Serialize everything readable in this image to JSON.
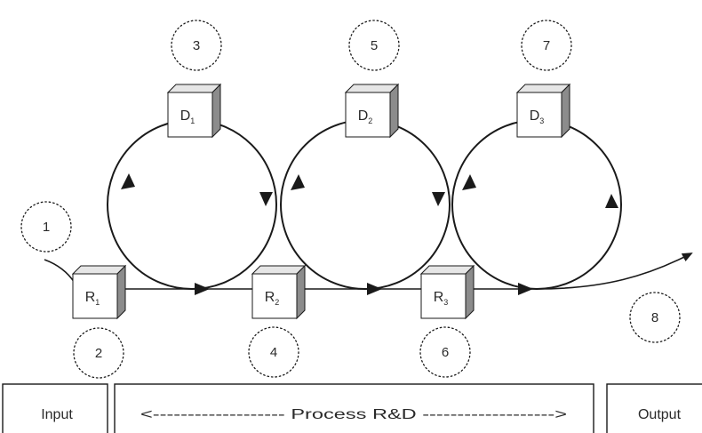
{
  "markers": [
    {
      "label": "1"
    },
    {
      "label": "2"
    },
    {
      "label": "3"
    },
    {
      "label": "4"
    },
    {
      "label": "5"
    },
    {
      "label": "6"
    },
    {
      "label": "7"
    },
    {
      "label": "8"
    }
  ],
  "boxes": [
    {
      "letter": "R",
      "sub": "1"
    },
    {
      "letter": "R",
      "sub": "2"
    },
    {
      "letter": "R",
      "sub": "3"
    },
    {
      "letter": "D",
      "sub": "1"
    },
    {
      "letter": "D",
      "sub": "2"
    },
    {
      "letter": "D",
      "sub": "3"
    }
  ],
  "bottom_bar": {
    "input": "Input",
    "process": "<------------------- Process R&D ------------------->",
    "output": "Output"
  },
  "colors": {
    "line": "#1a1a1a",
    "box_face": "#ffffff",
    "box_top": "#e6e6e6",
    "box_side": "#8c8c8c"
  }
}
